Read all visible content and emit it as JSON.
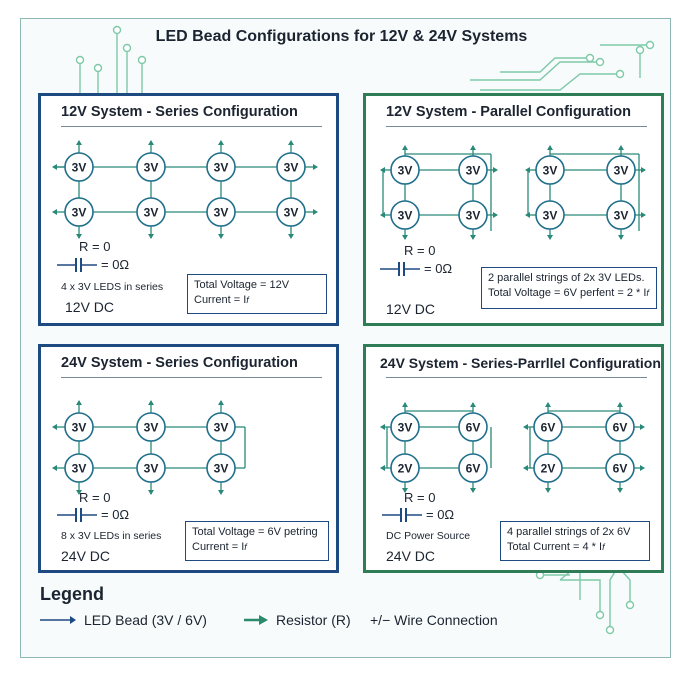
{
  "title": "LED Bead Configurations for 12V & 24V Systems",
  "colors": {
    "led_stroke": "#1f6f8b",
    "wire": "#2a8a7a",
    "blue_border": "#1e4a82",
    "green_border": "#2f7d57",
    "trace": "#7ec9a8"
  },
  "panels": [
    {
      "id": "p12s",
      "title": "12V System - Series Configuration",
      "border": "blue",
      "leds": [
        "3V",
        "3V",
        "3V",
        "3V",
        "3V",
        "3V",
        "3V",
        "3V"
      ],
      "r_label": "R = 0",
      "cap_label": "= 0Ω",
      "note": "4 x 3V LEDS in series",
      "dc": "12V DC",
      "info": [
        "Total Voltage = 12V",
        "Current = I"
      ]
    },
    {
      "id": "p12p",
      "title": "12V System - Parallel Configuration",
      "border": "green",
      "leds": [
        "3V",
        "3V",
        "3V",
        "3V",
        "3V",
        "3V",
        "3V",
        "3V"
      ],
      "r_label": "R = 0",
      "cap_label": "= 0Ω",
      "dc": "12V DC",
      "info": [
        "2 parallel strings of 2x 3V LEDs.",
        "Total Voltage = 6V perfent = 2 * I"
      ]
    },
    {
      "id": "p24s",
      "title": "24V System - Series Configuration",
      "border": "blue",
      "leds": [
        "3V",
        "3V",
        "3V",
        "3V",
        "3V",
        "3V"
      ],
      "r_label": "R = 0",
      "cap_label": "= 0Ω",
      "note": "8 x 3V LEDs in series",
      "dc": "24V DC",
      "info": [
        "Total Voltage = 6V petring",
        "Current = I"
      ]
    },
    {
      "id": "p24sp",
      "title": "24V System - Series-Parrllel Configuration",
      "border": "green",
      "leds": [
        "3V",
        "6V",
        "2V",
        "6V",
        "6V",
        "6V",
        "2V",
        "6V"
      ],
      "r_label": "R = 0",
      "cap_label": "= 0Ω",
      "note": "DC Power Source",
      "dc": "24V DC",
      "info": [
        "4 parallel strings of 2x 6V",
        "Total Current = 4 * I"
      ]
    }
  ],
  "subscript": "f",
  "legend": {
    "title": "Legend",
    "items": [
      "LED Bead (3V / 6V)",
      "Resistor (R)",
      "+/− Wire Connection"
    ]
  }
}
